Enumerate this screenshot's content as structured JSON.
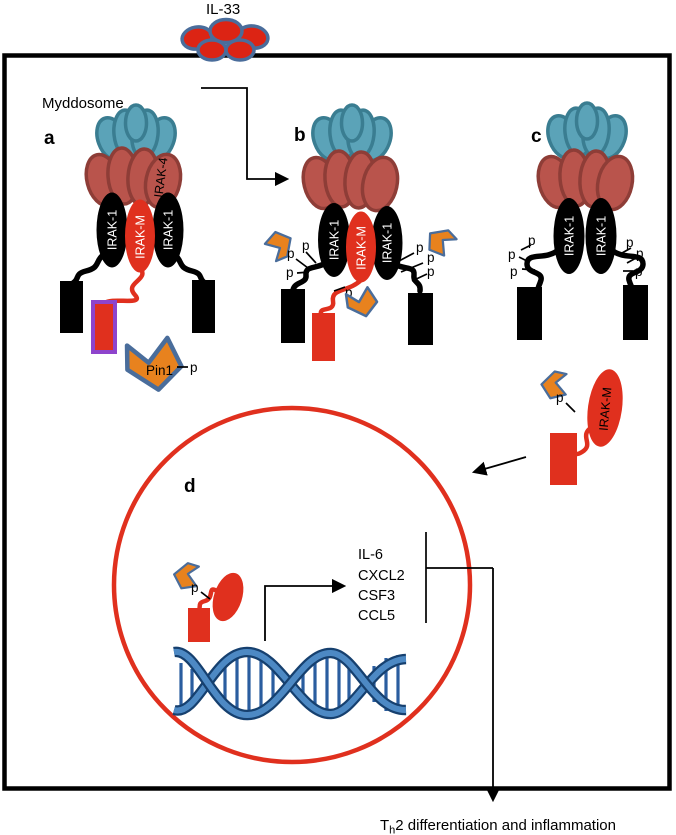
{
  "figure": {
    "ligand_label": "IL-33",
    "complex_label": "Myddosome",
    "panels": {
      "a": "a",
      "b": "b",
      "c": "c",
      "d": "d"
    },
    "proteins": {
      "irak1": "IRAK-1",
      "irak4": "IRAK-4",
      "irakm": "IRAK-M",
      "pin1": "Pin1"
    },
    "phospho": "p",
    "genes": [
      "IL-6",
      "CXCL2",
      "CSF3",
      "CCL5"
    ],
    "outcome": {
      "t": "T",
      "sub": "h",
      "rest": "2 differentiation and inflammation"
    },
    "colors": {
      "red": "#e0301e",
      "teal_fill": "#5ba3b8",
      "teal_stroke": "#3a7d91",
      "maroon_fill": "#b9544c",
      "maroon_stroke": "#8e3d37",
      "orange": "#e8821e",
      "steel_blue": "#4a6d9b",
      "purple": "#8e44cc",
      "dna_blue": "#4d89c4",
      "black": "#000000"
    }
  }
}
